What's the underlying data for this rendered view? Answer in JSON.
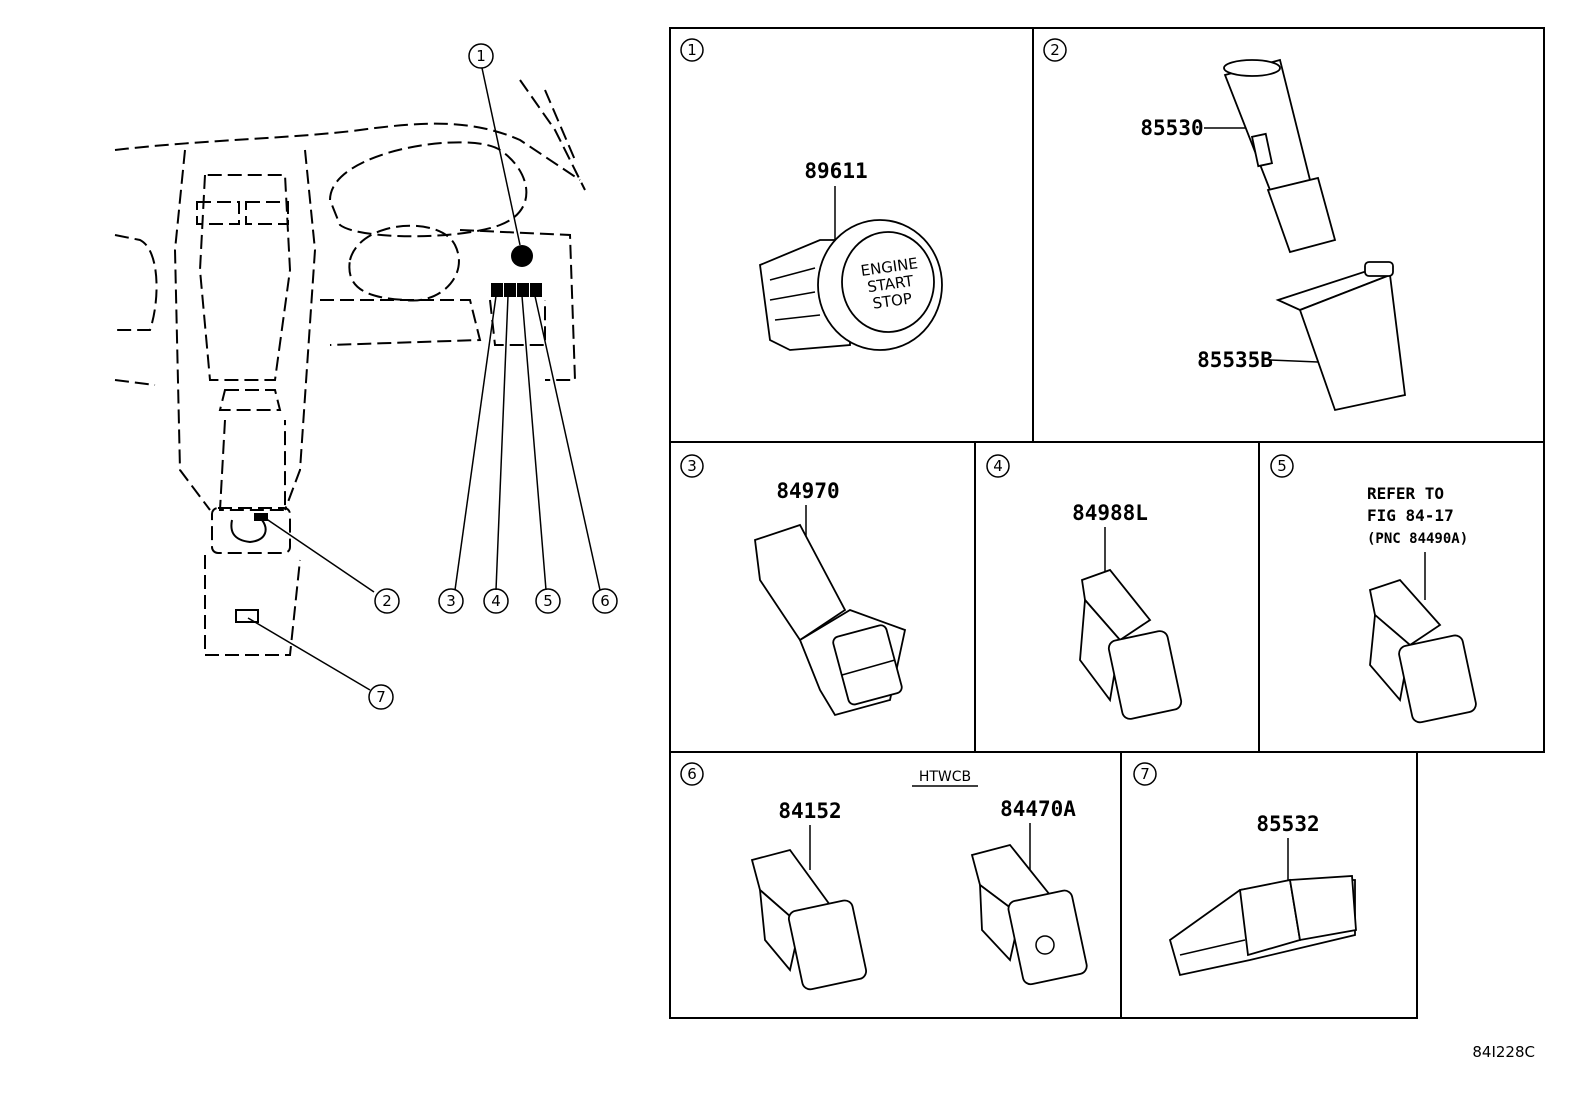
{
  "diagram_code": "84I228C",
  "callouts": {
    "c1": "1",
    "c2": "2",
    "c3": "3",
    "c4": "4",
    "c5": "5",
    "c6": "6",
    "c7": "7"
  },
  "panels": {
    "p1": {
      "index": "1",
      "part": "89611",
      "button_text": [
        "ENGINE",
        "START",
        "STOP"
      ]
    },
    "p2": {
      "index": "2",
      "part_top": "85530",
      "part_bottom": "85535B"
    },
    "p3": {
      "index": "3",
      "part": "84970"
    },
    "p4": {
      "index": "4",
      "part": "84988L"
    },
    "p5": {
      "index": "5",
      "refer_line1": "REFER TO",
      "refer_line2": "FIG 84-17",
      "refer_line3": "(PNC 84490A)"
    },
    "p6": {
      "index": "6",
      "part_left": "84152",
      "part_right": "84470A",
      "variant": "HTWCB"
    },
    "p7": {
      "index": "7",
      "part": "85532"
    }
  }
}
